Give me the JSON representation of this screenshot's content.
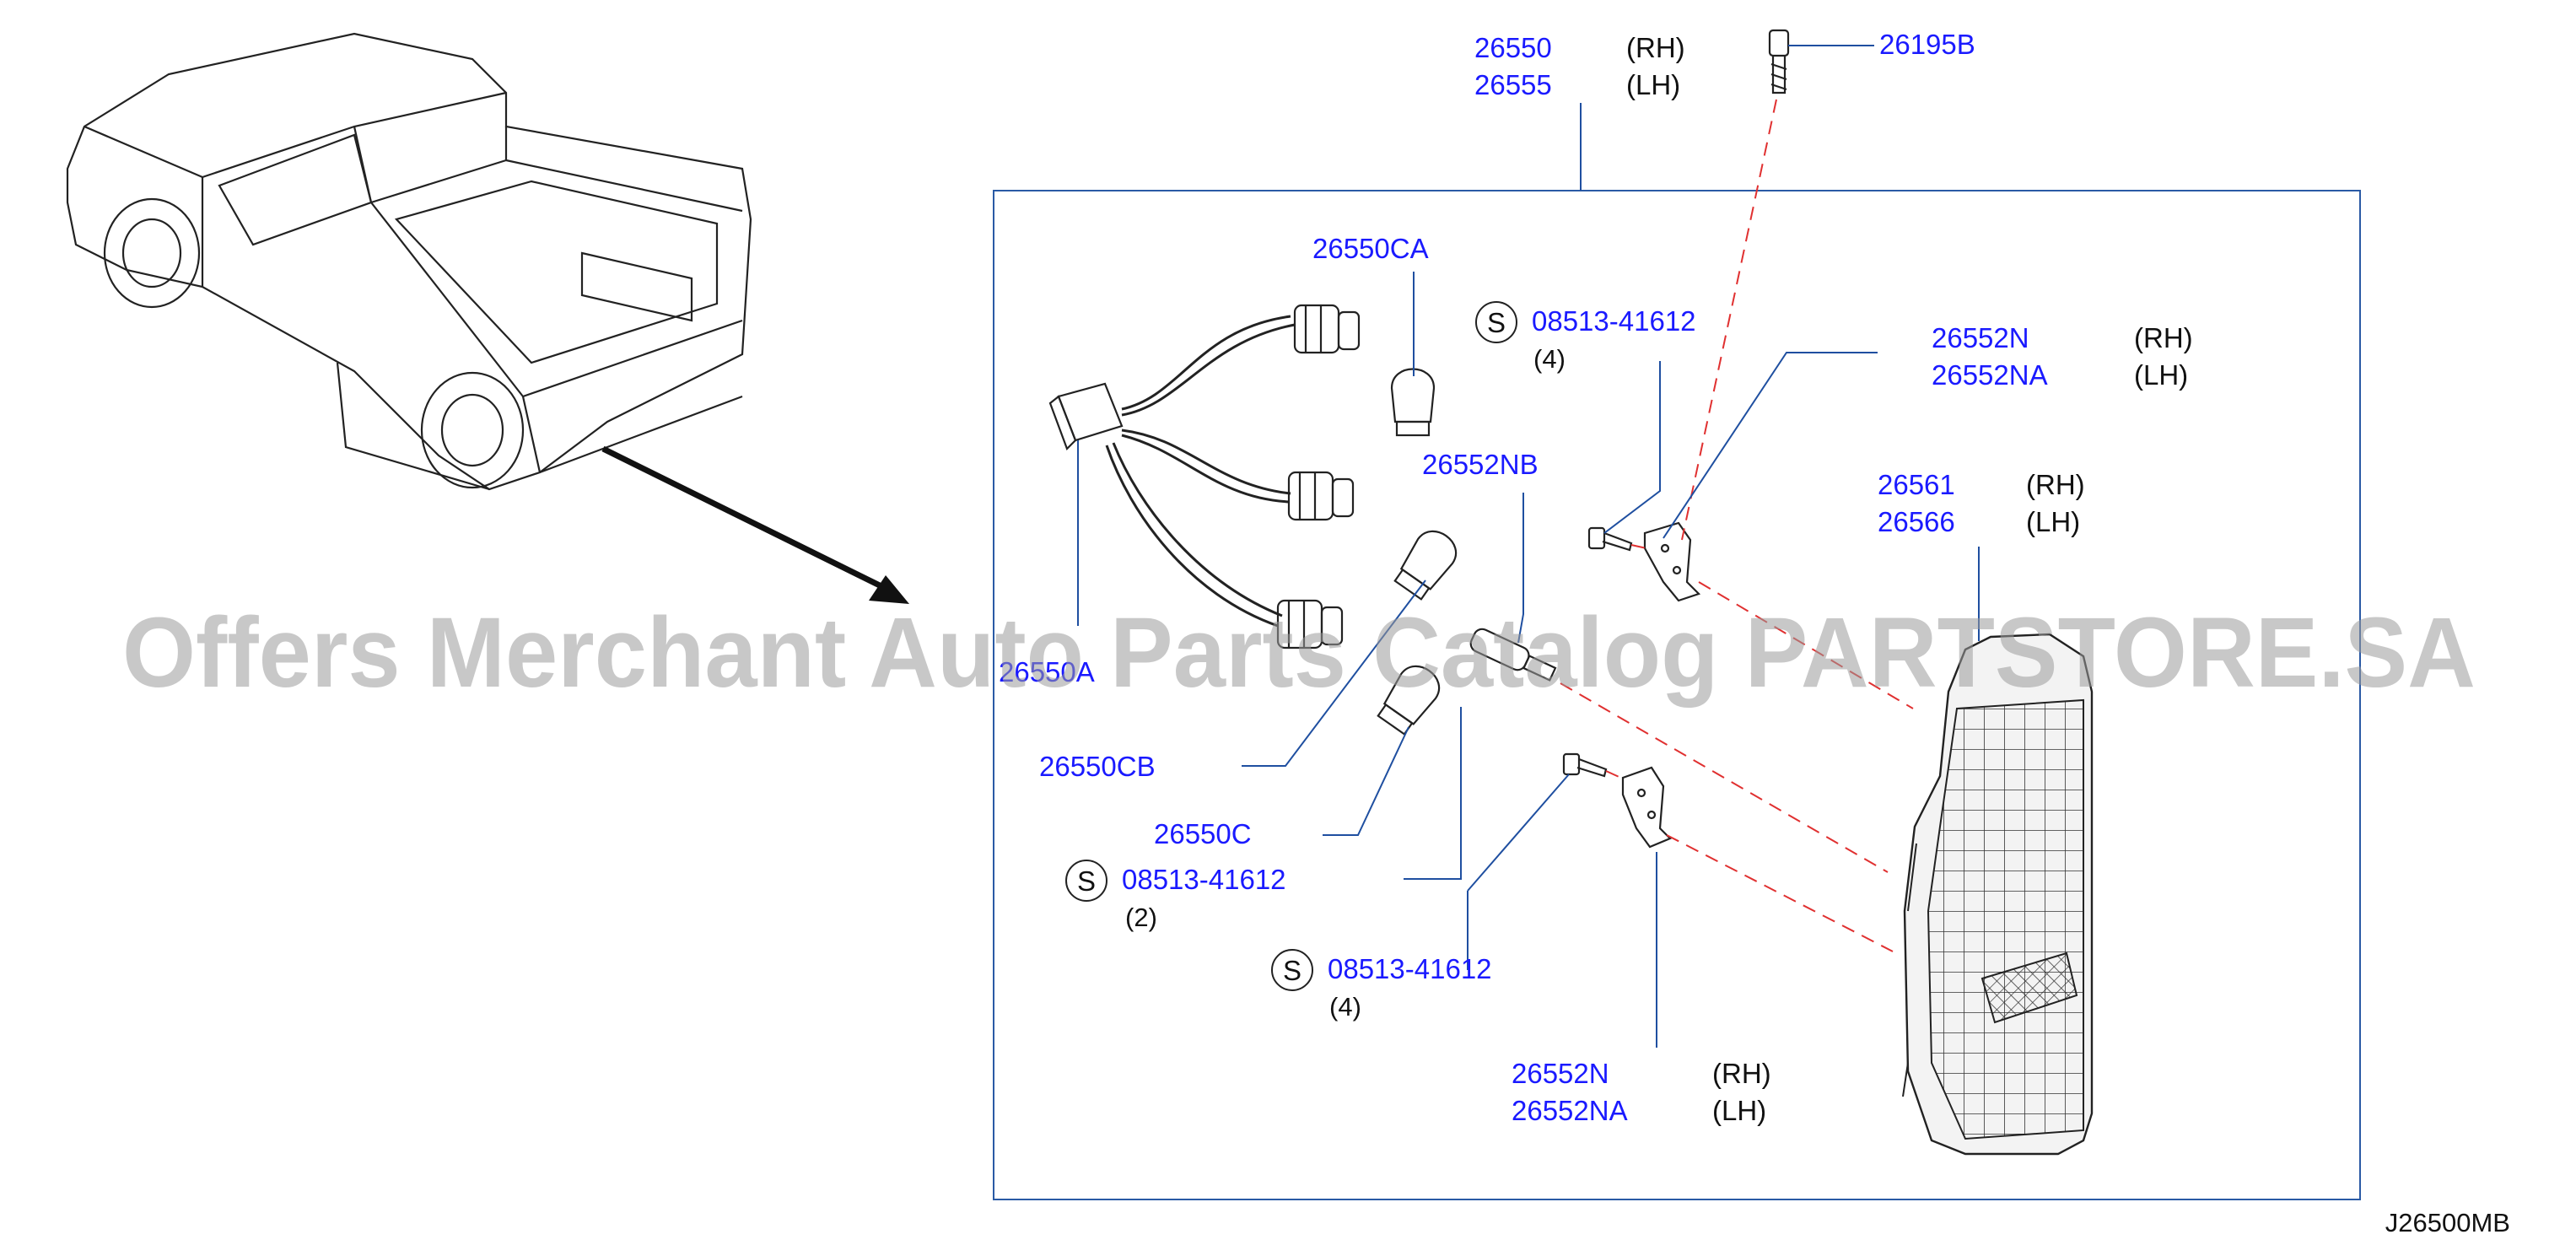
{
  "labels": {
    "lamp_assembly": {
      "rh": "26550",
      "lh": "26555",
      "rh_side": "(RH)",
      "lh_side": "(LH)"
    },
    "screw_top": "26195B",
    "socket_ca": "26550CA",
    "screw_s1": {
      "prefix": "S",
      "number": "08513-41612",
      "qty": "(4)"
    },
    "bracket_upper": {
      "rh": "26552N",
      "lh": "26552NA",
      "rh_side": "(RH)",
      "lh_side": "(LH)"
    },
    "bulb_nb": "26552NB",
    "lens": {
      "rh": "26561",
      "lh": "26566",
      "rh_side": "(RH)",
      "lh_side": "(LH)"
    },
    "harness": "26550A",
    "socket_cb": "26550CB",
    "bulb_c": "26550C",
    "screw_s2": {
      "prefix": "S",
      "number": "08513-41612",
      "qty": "(2)"
    },
    "screw_s3": {
      "prefix": "S",
      "number": "08513-41612",
      "qty": "(4)"
    },
    "bracket_lower": {
      "rh": "26552N",
      "lh": "26552NA",
      "rh_side": "(RH)",
      "lh_side": "(LH)"
    }
  },
  "diagram_code": "J26500MB",
  "watermark": "Offers Merchant Auto Parts Catalog PARTSTORE.SA"
}
